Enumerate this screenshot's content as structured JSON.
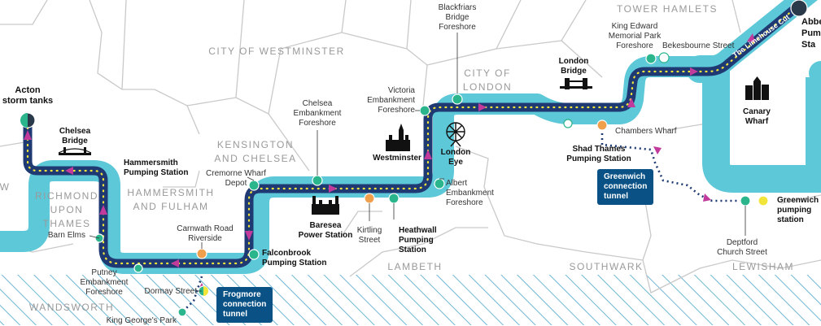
{
  "colors": {
    "river": "#5cc8d8",
    "tunnel": "#1f3a73",
    "tunnel_dots": "#f2e53a",
    "arrow": "#c23a9b",
    "station_green": "#2bb58c",
    "station_orange": "#f0a04a",
    "borough_line": "#c9c9c9",
    "hatch": "#6fb7d4",
    "box": "#0a5286"
  },
  "boroughs": {
    "city_of_westminster": "CITY OF WESTMINSTER",
    "tower_hamlets": "TOWER HAMLETS",
    "city_of_london": "CITY OF\nLONDON",
    "kensington_and_chelsea": "KENSINGTON\nAND CHELSEA",
    "hammersmith_and_fulham": "HAMMERSMITH\nAND FULHAM",
    "richmond_upon_thames": "RICHMOND\nUPON\nTHAMES",
    "lambeth": "LAMBETH",
    "southwark": "SOUTHWARK",
    "lewisham": "LEWISHAM",
    "wandsworth": "WANDSWORTH",
    "edge_w": "W"
  },
  "sites": {
    "acton": "Acton\nstorm tanks",
    "chelsea_bridge": "Chelsea\nBridge",
    "hammersmith": "Hammersmith\nPumping Station",
    "barn_elms": "Barn Elms",
    "putney": "Putney\nEmbankment\nForeshore",
    "dormay": "Dormay Street",
    "king_georges": "King George's Park",
    "carnwath": "Carnwath Road\nRiverside",
    "cremorne": "Cremorne Wharf\nDepot",
    "falconbrook": "Falconbrook\nPumping Station",
    "chelsea_emb": "Chelsea\nEmbankment\nForeshore",
    "baresea": "Baresea\nPower Station",
    "kirtling": "Kirtling\nStreet",
    "heathwall": "Heathwall\nPumping\nStation",
    "albert": "Albert\nEmbankment\nForeshore",
    "westminster": "Westminster",
    "london_eye": "London\nEye",
    "victoria": "Victoria\nEmbankment\nForeshore",
    "blackfriars": "Blackfriars\nBridge\nForeshore",
    "london_bridge": "London\nBridge",
    "shad_thames": "Shad Thames\nPumping Station",
    "chambers": "Chambers Wharf",
    "king_edward": "King Edward\nMemorial Park\nForeshore",
    "bekesbourne": "Bekesbourne Street",
    "limehouse": "The Limehouse Cut",
    "canary": "Canary\nWharf",
    "greenwich_station": "Greenwich\npumping\nstation",
    "deptford": "Deptford\nChurch Street",
    "abbey": "Abbe\nPum\nSta"
  },
  "tunnels": {
    "greenwich": "Greenwich\nconnection\ntunnel",
    "frogmore": "Frogmore\nconnection\ntunnel"
  }
}
